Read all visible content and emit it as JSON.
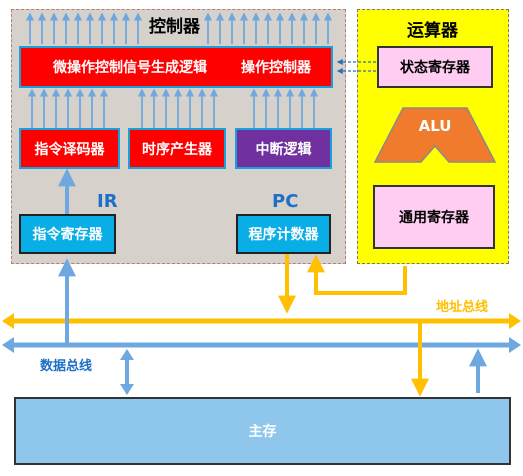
{
  "controller": {
    "title": "控制器",
    "signal_logic": "微操作控制信号生成逻辑",
    "operation_controller": "操作控制器",
    "instruction_decoder": "指令译码器",
    "timing_generator": "时序产生器",
    "interrupt_logic": "中断逻辑",
    "ir_label": "IR",
    "instruction_register": "指令寄存器",
    "pc_label": "PC",
    "program_counter": "程序计数器"
  },
  "alu_unit": {
    "title": "运算器",
    "status_register": "状态寄存器",
    "alu": "ALU",
    "general_registers": "通用寄存器"
  },
  "buses": {
    "address_bus": "地址总线",
    "data_bus": "数据总线"
  },
  "memory": {
    "label": "主存"
  },
  "colors": {
    "signal_red": "#ff0000",
    "interrupt_purple": "#7030a0",
    "register_cyan": "#0aaee6",
    "alu_orange": "#f07b2c",
    "address_bus": "#ffc000",
    "data_bus": "#6fa8e0"
  }
}
